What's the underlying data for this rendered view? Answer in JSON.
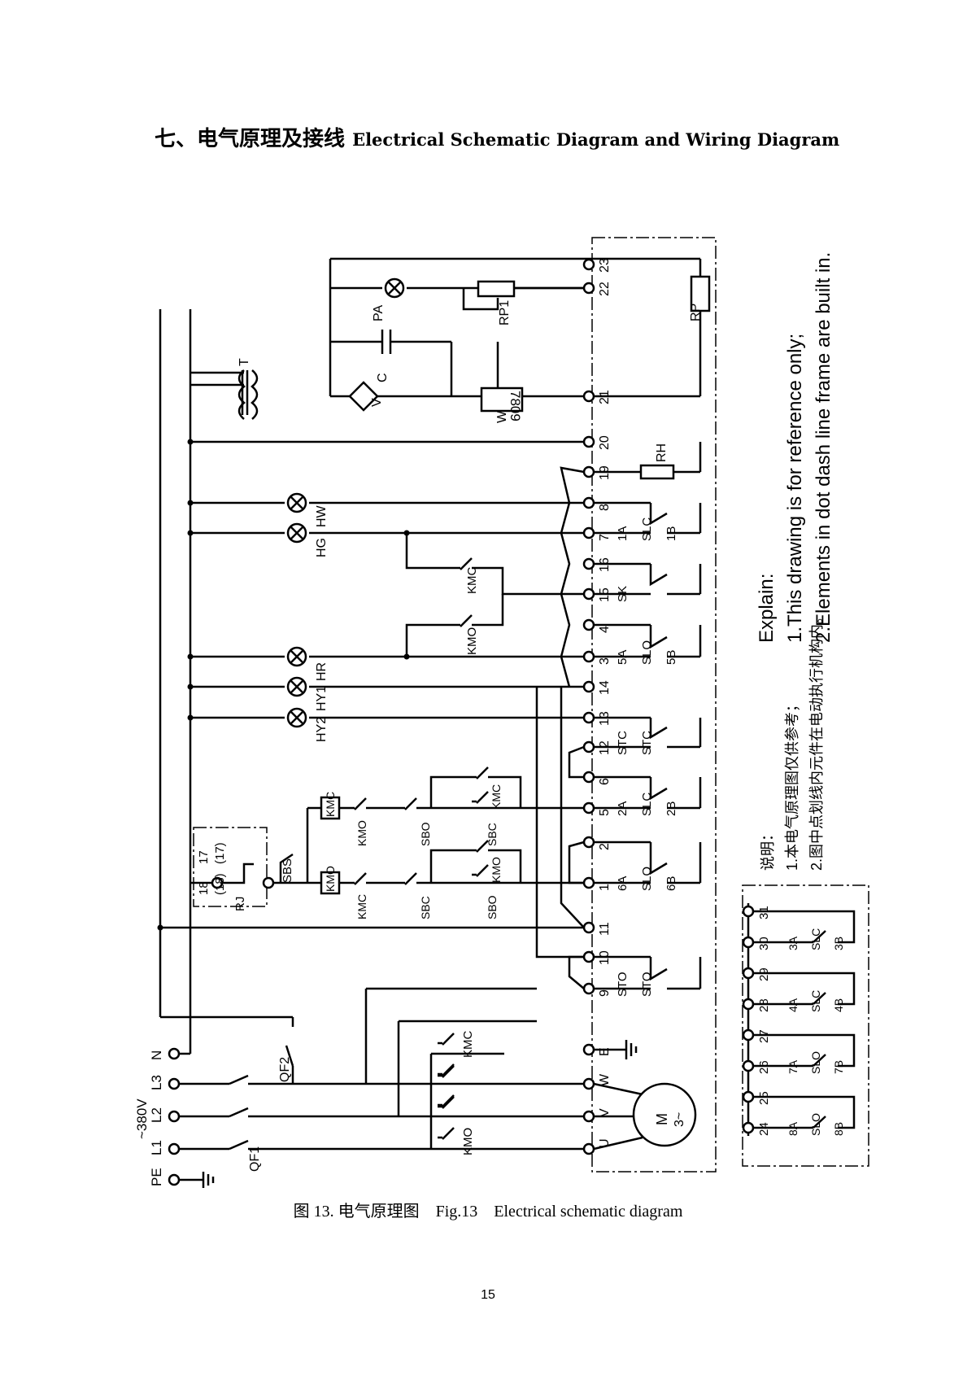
{
  "heading": {
    "cn": "七、电气原理及接线",
    "en": "Electrical Schematic Diagram and Wiring Diagram"
  },
  "supply": {
    "voltage": "~380V",
    "terminals": [
      "PE",
      "L1",
      "L2",
      "L3",
      "N"
    ],
    "breakers": [
      "QF1",
      "QF2"
    ]
  },
  "terminals": {
    "main_strip": [
      "23",
      "22",
      "21",
      "20",
      "19",
      "8",
      "7",
      "16",
      "15",
      "4",
      "3",
      "14",
      "13",
      "12",
      "6",
      "5",
      "2",
      "1",
      "11",
      "10",
      "9",
      "E",
      "W",
      "V",
      "U"
    ],
    "aux_strip": [
      "31",
      "30",
      "29",
      "28",
      "27",
      "26",
      "25",
      "24"
    ],
    "rj_block": [
      "18",
      "(18)",
      "17",
      "(17)"
    ]
  },
  "components": {
    "transformer": "T",
    "ammeter": "PA",
    "rheostat": "RP1",
    "potentiometer": "RP",
    "capacitor": "C",
    "bridge": "V",
    "regulator": "7809",
    "regulator_label": "W",
    "heater": "RH",
    "thermal_relay": "RJ",
    "stop_button": "SBS",
    "motor": "M",
    "motor_phase": "3~"
  },
  "lamps": [
    "HW",
    "HG",
    "HR",
    "HY1",
    "HY2"
  ],
  "contactors": [
    "KMC",
    "KMO"
  ],
  "buttons": [
    "SBO",
    "SBC"
  ],
  "switches": {
    "slc_1": [
      "1A",
      "SLC",
      "1B"
    ],
    "sk": "SK",
    "slo_5": [
      "5A",
      "SLO",
      "5B"
    ],
    "stc": "STC",
    "slc_2": [
      "2A",
      "SLC",
      "2B"
    ],
    "slo_6": [
      "6A",
      "SLO",
      "6B"
    ],
    "sto": "STO",
    "aux": [
      [
        "3A",
        "SLC",
        "3B"
      ],
      [
        "4A",
        "SLC",
        "4B"
      ],
      [
        "7A",
        "SLO",
        "7B"
      ],
      [
        "8A",
        "SLO",
        "8B"
      ]
    ]
  },
  "notes_en": {
    "title": "Explain:",
    "lines": [
      "1.This drawing is for reference only;",
      "2.Elements in dot dash line frame are built in."
    ]
  },
  "notes_cn": {
    "title": "说明：",
    "lines": [
      "1.本电气原理图仅供参考；",
      "2.图中点划线内元件在电动执行机构内。"
    ]
  },
  "caption": "图 13. 电气原理图    Fig.13    Electrical schematic diagram",
  "page_number": "15"
}
